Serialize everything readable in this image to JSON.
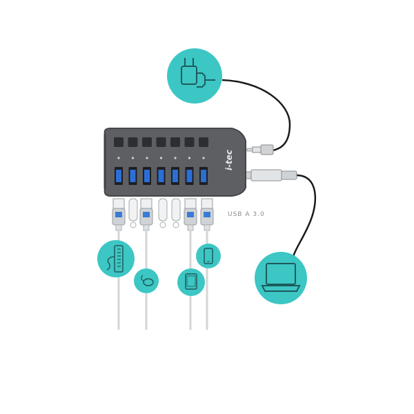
{
  "brand": {
    "logo_text": "i-tec"
  },
  "caption": {
    "text": "USB A 3.0"
  },
  "hub": {
    "port_count": 7
  },
  "colors": {
    "teal": "#3cc6c4",
    "hub_body": "#5d5f63",
    "hub_edge": "#44464a",
    "button": "#2d2e31",
    "port_blue": "#2b6fd6",
    "cable": "#1a1a1a",
    "plug": "#cfd3d6",
    "icon_stroke": "#1e5b5d"
  },
  "icons": {
    "power": "power-adapter-icon",
    "laptop": "laptop-icon",
    "keyboard": "keyboard-icon",
    "mouse": "mouse-icon",
    "tablet": "tablet-icon",
    "phone": "smartphone-icon"
  }
}
